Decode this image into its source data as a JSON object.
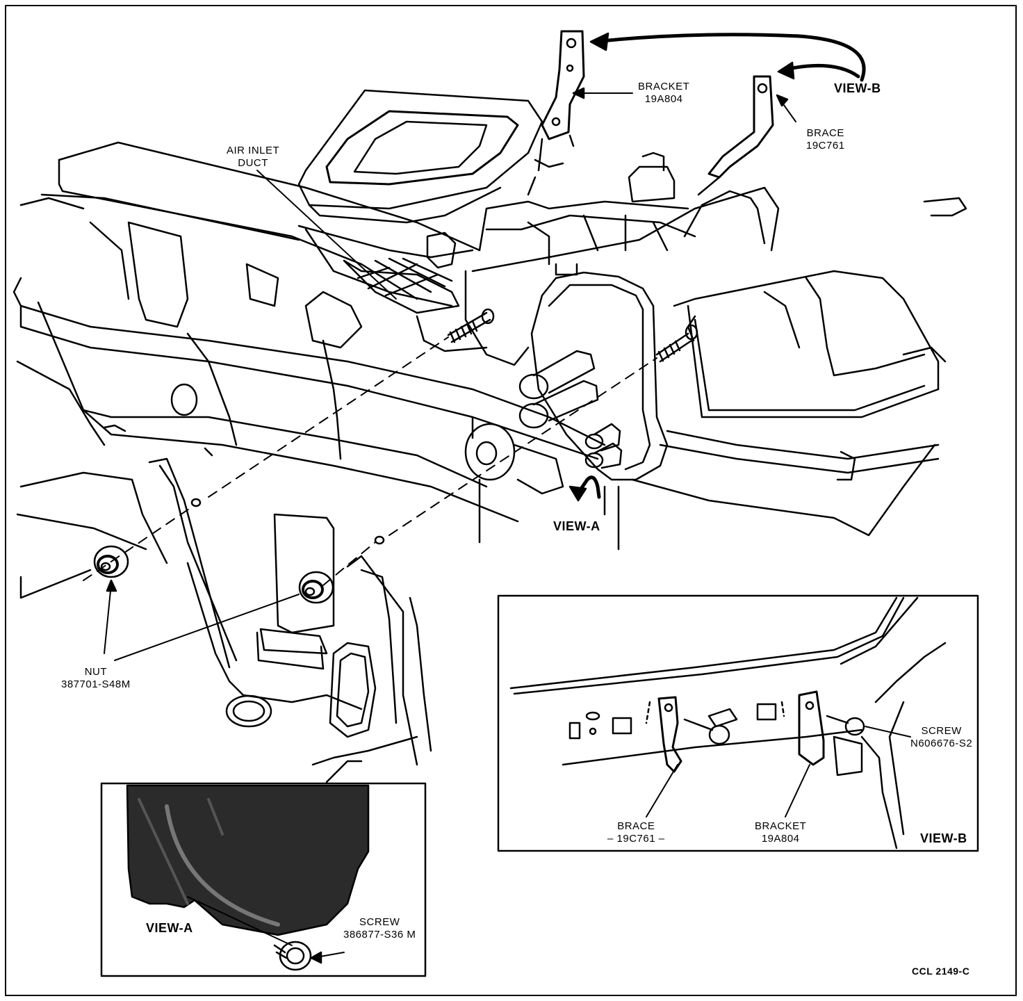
{
  "callouts": {
    "bracket_top": {
      "line1": "BRACKET",
      "line2": "19A804"
    },
    "brace_top": {
      "line1": "BRACE",
      "line2": "19C761"
    },
    "air_inlet": {
      "line1": "AIR INLET",
      "line2": "DUCT"
    },
    "view_b_top": "VIEW-B",
    "view_a_main": "VIEW-A",
    "nut": {
      "line1": "NUT",
      "line2": "387701-S48M"
    }
  },
  "inset_view_b": {
    "screw": {
      "line1": "SCREW",
      "line2": "N606676-S2"
    },
    "brace": {
      "line1": "BRACE",
      "line2": "– 19C761 –"
    },
    "bracket": {
      "line1": "BRACKET",
      "line2": "19A804"
    },
    "title": "VIEW-B"
  },
  "inset_view_a": {
    "title": "VIEW-A",
    "screw": {
      "line1": "SCREW",
      "line2": "386877-S36 M"
    }
  },
  "figure_code": "CCL 2149-C"
}
